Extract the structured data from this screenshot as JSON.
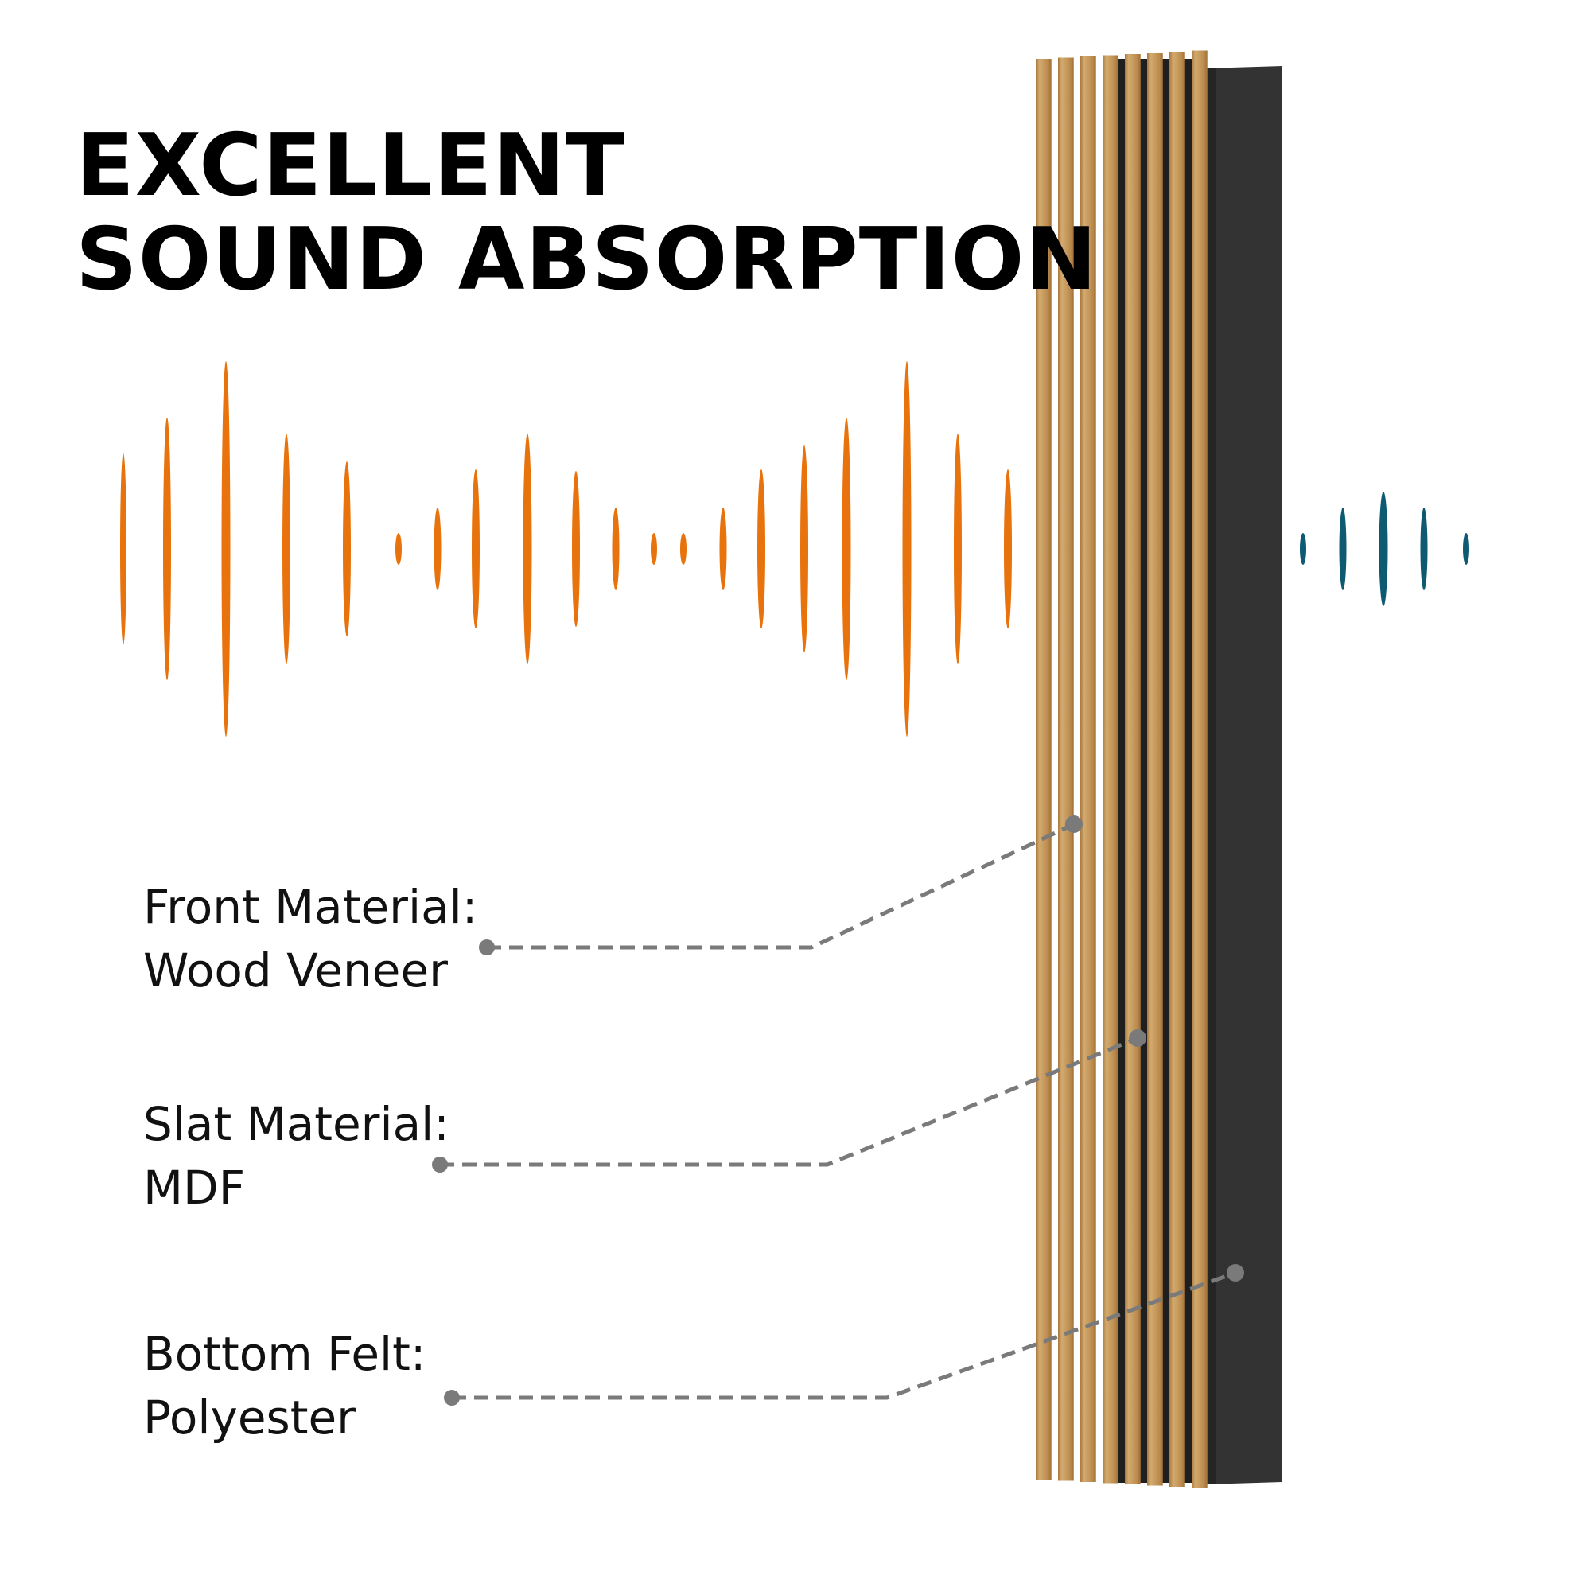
{
  "headline": {
    "line1": "EXCELLENT",
    "line2": "SOUND ABSORPTION"
  },
  "callouts": [
    {
      "title": "Front Material:",
      "value": "Wood Veneer",
      "target": "veneer-surface"
    },
    {
      "title": "Slat Material:",
      "value": "MDF",
      "target": "mdf-slat"
    },
    {
      "title": "Bottom Felt:",
      "value": "Polyester",
      "target": "felt-backing"
    }
  ],
  "colors": {
    "incoming_wave": "#E8720C",
    "absorbed_wave": "#0E5A73",
    "wood": "#C69A5E",
    "wood_dark": "#A9793F",
    "felt": "#333333",
    "slat_gap": "#1F1F1F",
    "leader_line": "#7A7A7A"
  },
  "icons": {
    "incoming_wave": "sound-wave-incoming-icon",
    "absorbed_wave": "sound-wave-absorbed-icon",
    "panel": "acoustic-slat-panel-illustration"
  }
}
